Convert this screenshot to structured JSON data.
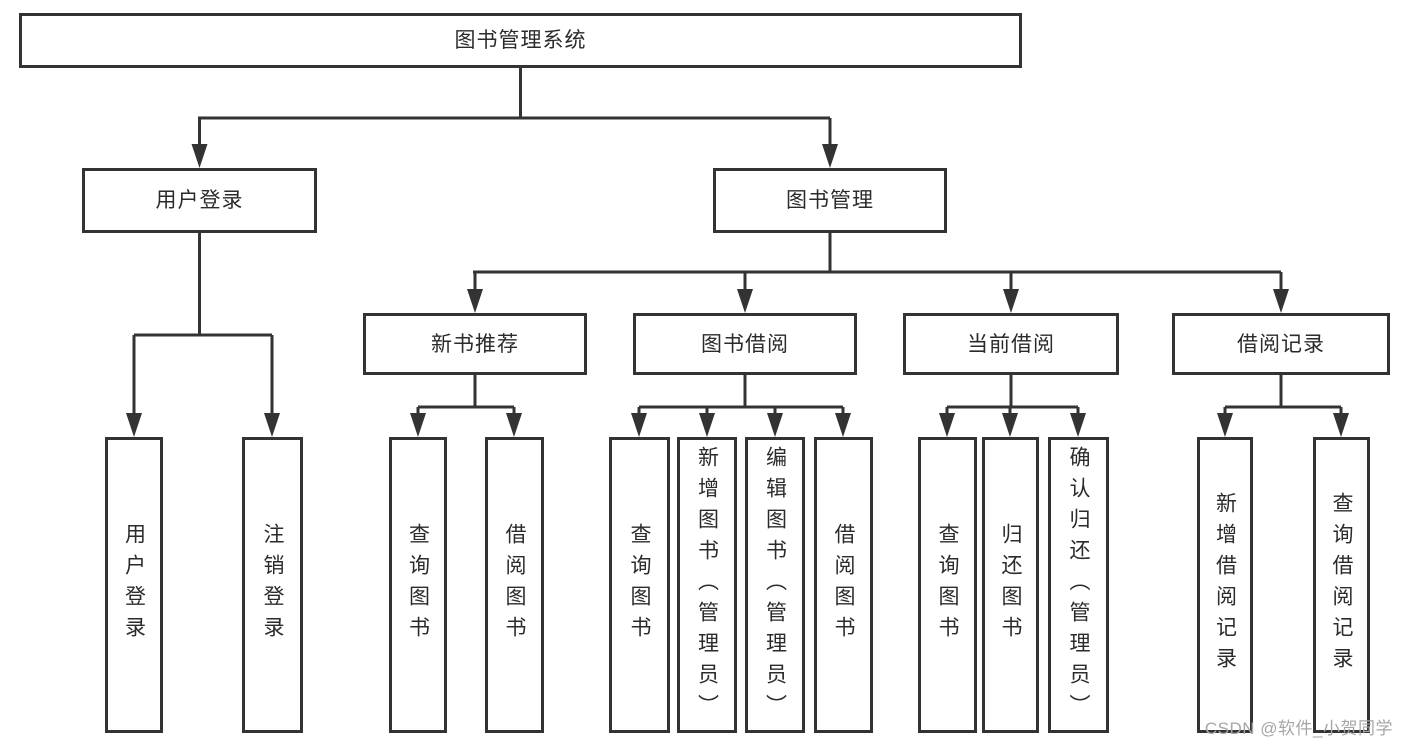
{
  "root": {
    "label": "图书管理系统"
  },
  "level2": [
    {
      "label": "用户登录"
    },
    {
      "label": "图书管理"
    }
  ],
  "level3": [
    {
      "label": "新书推荐"
    },
    {
      "label": "图书借阅"
    },
    {
      "label": "当前借阅"
    },
    {
      "label": "借阅记录"
    }
  ],
  "leaves": [
    {
      "label": "用户登录",
      "parent": "用户登录"
    },
    {
      "label": "注销登录",
      "parent": "用户登录"
    },
    {
      "label": "查询图书",
      "parent": "新书推荐"
    },
    {
      "label": "借阅图书",
      "parent": "新书推荐"
    },
    {
      "label": "查询图书",
      "parent": "图书借阅"
    },
    {
      "label": "新增图书（管理员）",
      "parent": "图书借阅"
    },
    {
      "label": "编辑图书（管理员）",
      "parent": "图书借阅"
    },
    {
      "label": "借阅图书",
      "parent": "图书借阅"
    },
    {
      "label": "查询图书",
      "parent": "当前借阅"
    },
    {
      "label": "归还图书",
      "parent": "当前借阅"
    },
    {
      "label": "确认归还（管理员）",
      "parent": "当前借阅"
    },
    {
      "label": "新增借阅记录",
      "parent": "借阅记录"
    },
    {
      "label": "查询借阅记录",
      "parent": "借阅记录"
    }
  ],
  "watermark": {
    "text": "CSDN @软件_小贺同学"
  },
  "colors": {
    "line": "#333333",
    "text": "#2b2b2b",
    "watermark": "#a6a6a6",
    "background": "#ffffff"
  }
}
